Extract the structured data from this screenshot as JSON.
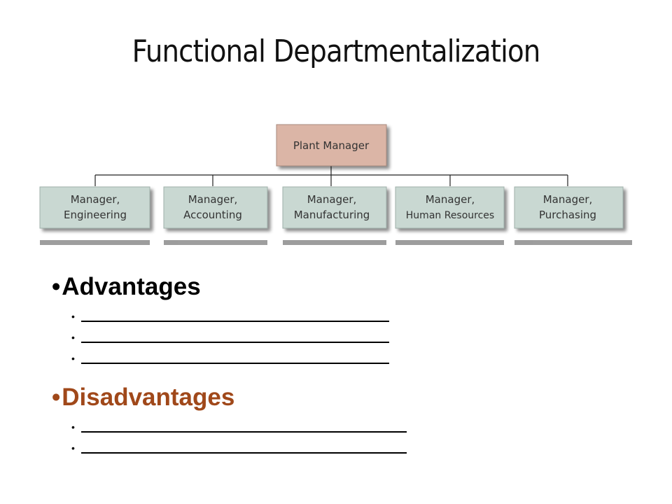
{
  "title": "Functional Departmentalization",
  "org_chart": {
    "top": "Plant Manager",
    "departments": [
      {
        "line1": "Manager,",
        "line2": "Engineering"
      },
      {
        "line1": "Manager,",
        "line2": "Accounting"
      },
      {
        "line1": "Manager,",
        "line2": "Manufacturing"
      },
      {
        "line1": "Manager,",
        "line2": "Human Resources"
      },
      {
        "line1": "Manager,",
        "line2": "Purchasing"
      }
    ],
    "colors": {
      "top_box": "#dbb5a6",
      "dept_box": "#c9d8d2",
      "connector": "#222222"
    }
  },
  "advantages": {
    "label": "Advantages",
    "blank_count": 3
  },
  "disadvantages": {
    "label": "Disadvantages",
    "blank_count": 2,
    "color": "#a0481a"
  }
}
